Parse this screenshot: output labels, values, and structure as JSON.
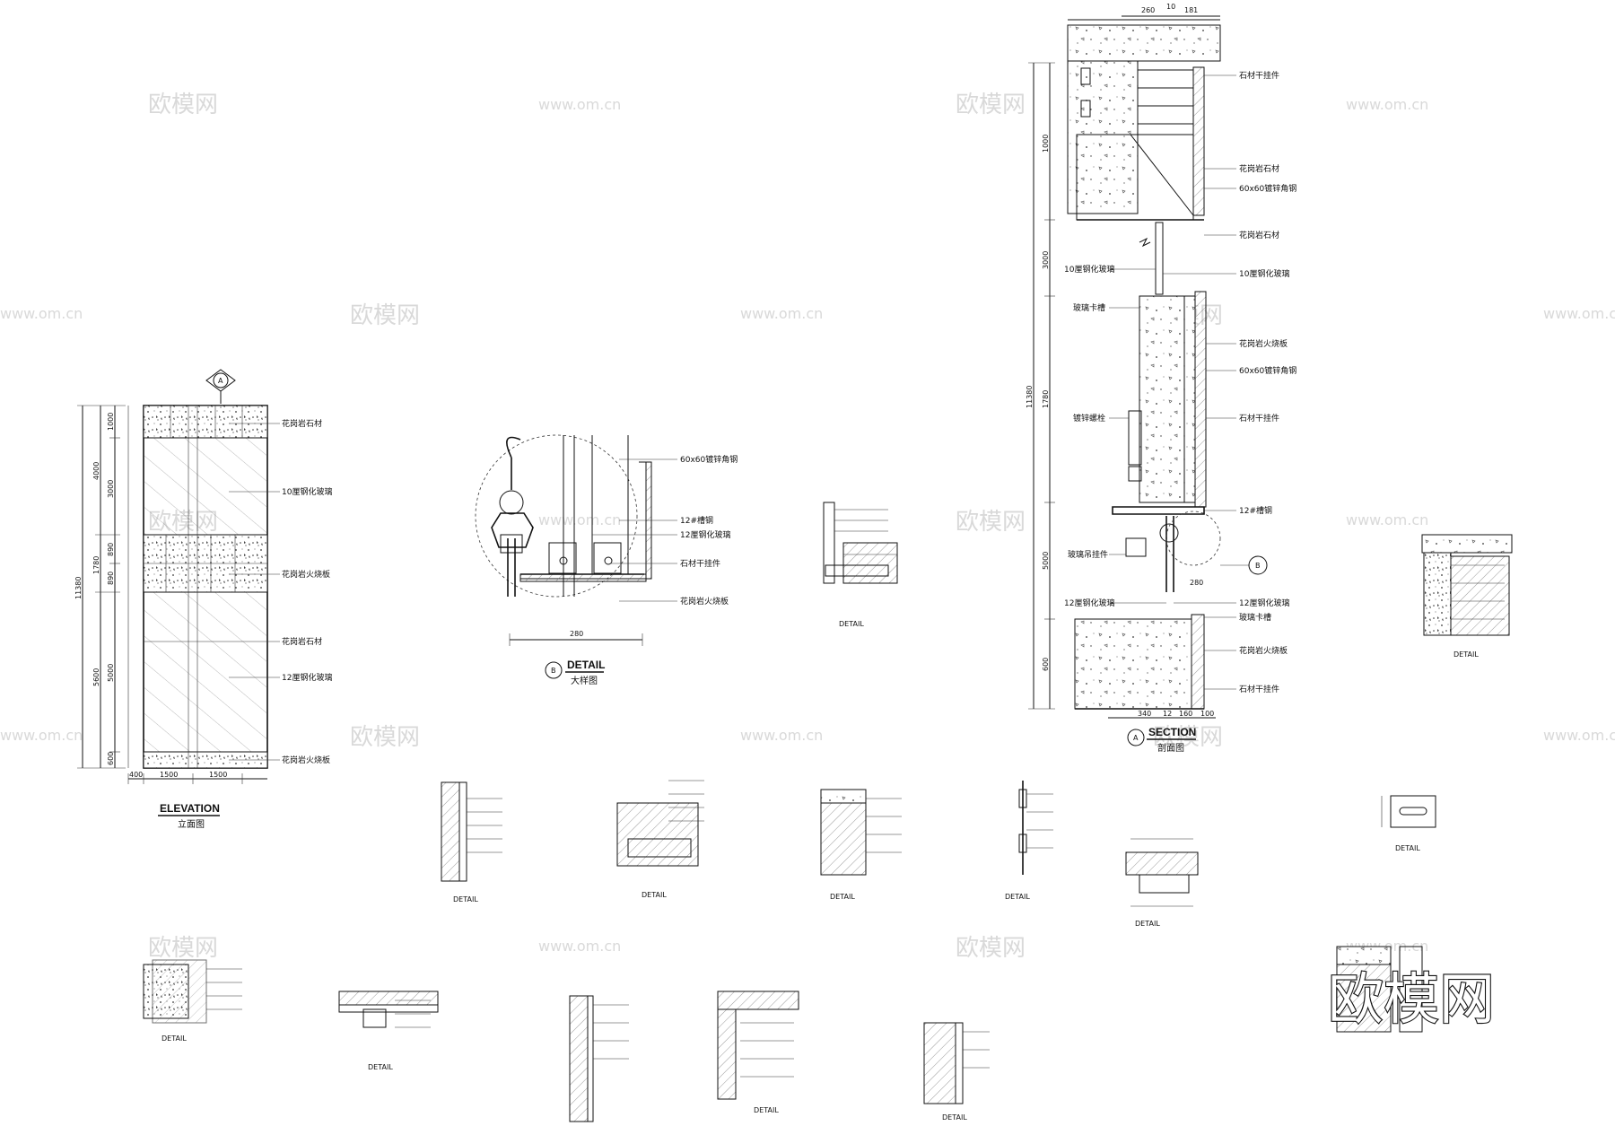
{
  "watermark": {
    "brand": "欧模网",
    "url": "www.om.cn"
  },
  "logo": {
    "text": "欧模网"
  },
  "elevation": {
    "marker": "A",
    "title": "ELEVATION",
    "subtitle": "立面图",
    "labels": [
      "花岗岩石材",
      "10厘钢化玻璃",
      "花岗岩火烧板",
      "花岗岩石材",
      "12厘钢化玻璃",
      "花岗岩火烧板"
    ],
    "dims_outer": [
      "11380"
    ],
    "dims_mid": [
      "4000",
      "1780",
      "5600"
    ],
    "dims_inner": [
      "1000",
      "3000",
      "890",
      "890",
      "5000",
      "600"
    ],
    "dims_bottom": [
      "400",
      "1500",
      "1500"
    ]
  },
  "detail": {
    "marker": "B",
    "title": "DETAIL",
    "subtitle": "大样图",
    "labels": [
      "60x60镀锌角钢",
      "12#槽钢",
      "12厘钢化玻璃",
      "石材干挂件",
      "花岗岩火烧板"
    ],
    "dim": "280"
  },
  "section": {
    "marker": "A",
    "title": "SECTION",
    "subtitle": "剖面图",
    "labels_right": [
      "石材干挂件",
      "花岗岩石材",
      "60x60镀锌角钢",
      "花岗岩石材",
      "10厘钢化玻璃",
      "花岗岩火烧板",
      "60x60镀锌角钢",
      "石材干挂件",
      "12#槽钢",
      "12厘钢化玻璃",
      "玻璃卡槽",
      "花岗岩火烧板",
      "石材干挂件"
    ],
    "labels_left": [
      "10厘钢化玻璃",
      "玻璃卡槽",
      "镀锌螺栓",
      "玻璃吊挂件",
      "12厘钢化玻璃"
    ],
    "callout": "B",
    "dims_top": [
      "260",
      "10",
      "181"
    ],
    "dims_left_outer": [
      "11380"
    ],
    "dims_left": [
      "1000",
      "3000",
      "1780",
      "5000",
      "600"
    ],
    "dims_bottom": [
      "340",
      "12",
      "160",
      "100"
    ],
    "dim_inner": "280"
  },
  "small_details": {
    "caption": "DETAIL"
  }
}
